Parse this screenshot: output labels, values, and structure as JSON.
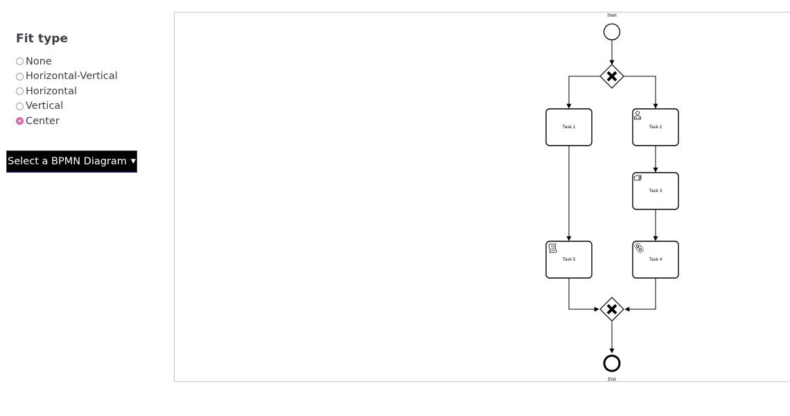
{
  "fit_type": {
    "title": "Fit type",
    "selected": "Center",
    "options": [
      {
        "label": "None",
        "checked": false
      },
      {
        "label": "Horizontal-Vertical",
        "checked": false
      },
      {
        "label": "Horizontal",
        "checked": false
      },
      {
        "label": "Vertical",
        "checked": false
      },
      {
        "label": "Center",
        "checked": true
      }
    ],
    "accent_color": "#e472b0"
  },
  "diagram_selector": {
    "label": "Select a BPMN Diagram",
    "caret_icon": "caret-down-icon"
  },
  "bpmn": {
    "start_label": "Start",
    "end_label": "End",
    "tasks": [
      {
        "id": "task1",
        "label": "Task 1",
        "kind": "task"
      },
      {
        "id": "task2",
        "label": "Task 2",
        "kind": "user-task",
        "icon": "user-icon"
      },
      {
        "id": "task3",
        "label": "Task 3",
        "kind": "service-task",
        "icon": "hand-icon"
      },
      {
        "id": "task4",
        "label": "Task 4",
        "kind": "service-task",
        "icon": "gears-icon"
      },
      {
        "id": "task5",
        "label": "Task 5",
        "kind": "script-task",
        "icon": "script-icon"
      }
    ],
    "gateways": [
      {
        "id": "split",
        "type": "exclusive"
      },
      {
        "id": "join",
        "type": "exclusive"
      }
    ]
  }
}
